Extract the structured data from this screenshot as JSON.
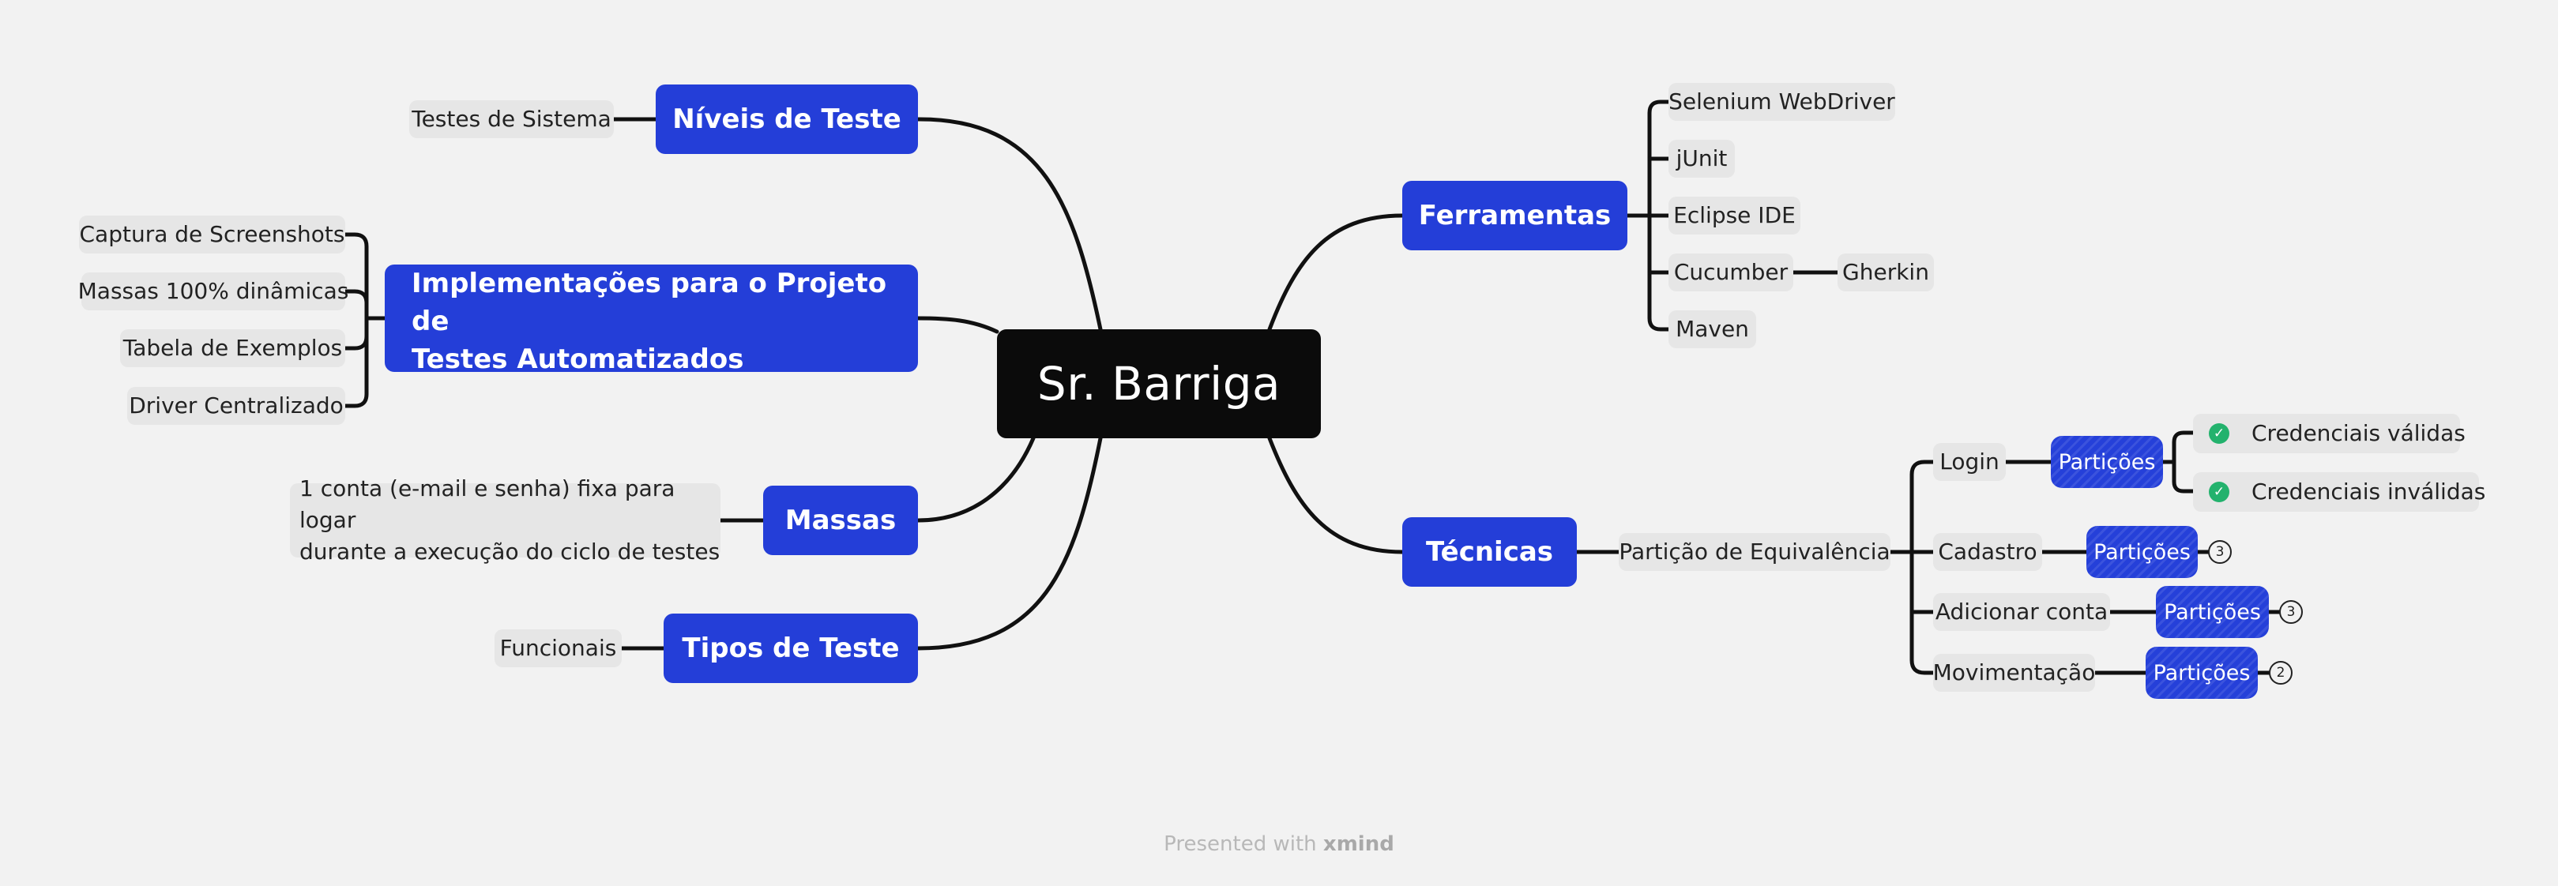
{
  "central": "Sr. Barriga",
  "niveis": {
    "title": "Níveis de Teste",
    "items": [
      "Testes de Sistema"
    ]
  },
  "impl": {
    "title_line1": "Implementações para o Projeto de",
    "title_line2": "Testes Automatizados",
    "items": [
      "Captura de Screenshots",
      "Massas 100% dinâmicas",
      "Tabela de Exemplos",
      "Driver Centralizado"
    ]
  },
  "massas": {
    "title": "Massas",
    "line1": "1 conta (e-mail e senha) fixa para logar",
    "line2": "durante a execução do ciclo de testes"
  },
  "tipos": {
    "title": "Tipos de Teste",
    "items": [
      "Funcionais"
    ]
  },
  "ferramentas": {
    "title": "Ferramentas",
    "items": [
      "Selenium WebDriver",
      "jUnit",
      "Eclipse IDE",
      "Cucumber",
      "Maven"
    ],
    "cucumber_child": "Gherkin"
  },
  "tecnicas": {
    "title": "Técnicas",
    "particao": "Partição de Equivalência",
    "branches": [
      {
        "label": "Login",
        "tag": "Partições",
        "children": [
          "Credenciais válidas",
          "Credenciais inválidas"
        ]
      },
      {
        "label": "Cadastro",
        "tag": "Partições",
        "count": "3"
      },
      {
        "label": "Adicionar conta",
        "tag": "Partições",
        "count": "3"
      },
      {
        "label": "Movimentação",
        "tag": "Partições",
        "count": "2"
      }
    ]
  },
  "footer": {
    "prefix": "Presented with",
    "brand": "xmind"
  },
  "colors": {
    "main": "#243ed8",
    "central": "#0b0b0b",
    "check": "#23b26d",
    "background": "#f2f2f2"
  }
}
